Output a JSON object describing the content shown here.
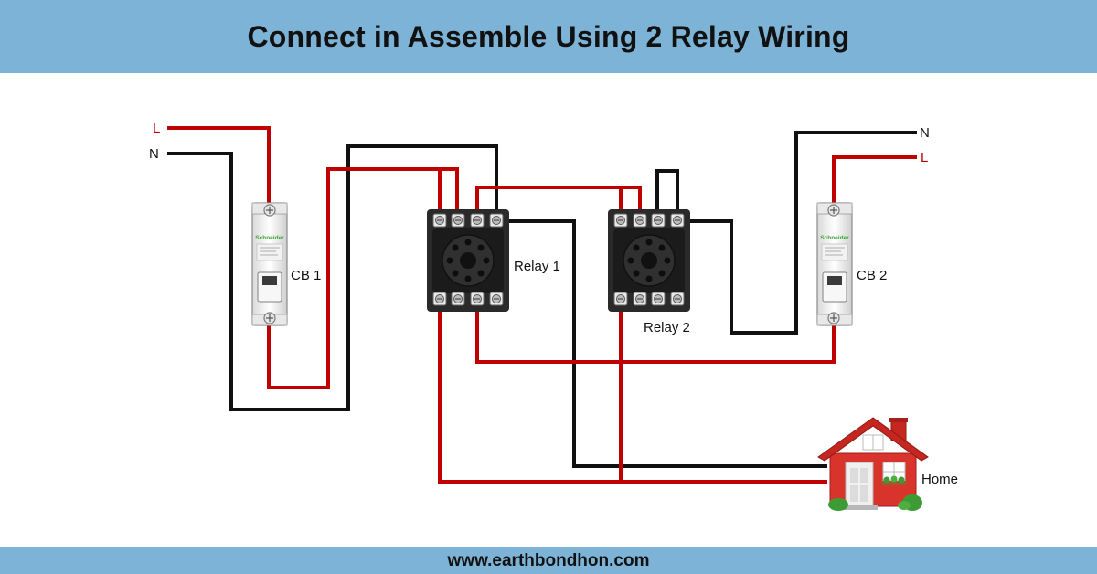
{
  "title": "Connect in Assemble Using 2 Relay Wiring",
  "footer": "www.earthbondhon.com",
  "labels": {
    "l_left": "L",
    "n_left": "N",
    "n_right": "N",
    "l_right": "L",
    "cb1": "CB 1",
    "cb2": "CB 2",
    "relay1": "Relay 1",
    "relay2": "Relay 2",
    "home": "Home"
  },
  "breaker_brand": "Schneider",
  "colors": {
    "live": "#c00000",
    "neutral": "#111111",
    "banner": "#7db3d6",
    "relay_body": "#2a2a2a",
    "house_wall": "#d9342b",
    "house_roof": "#c5261f"
  },
  "icons": [
    "circuit-breaker-icon",
    "relay-socket-icon",
    "house-icon"
  ]
}
